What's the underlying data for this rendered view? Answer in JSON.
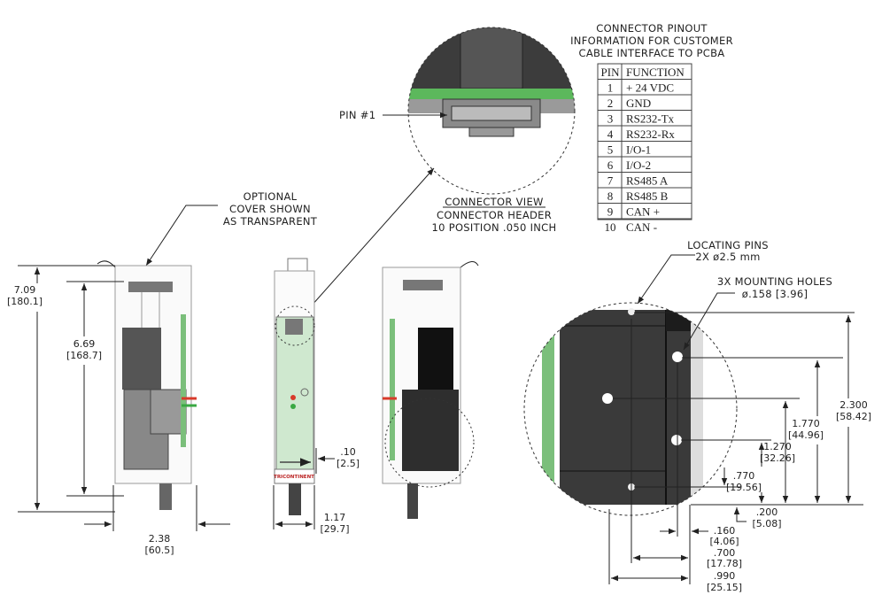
{
  "pinout": {
    "title_lines": [
      "CONNECTOR PINOUT",
      "INFORMATION FOR CUSTOMER",
      "CABLE INTERFACE TO PCBA"
    ],
    "headers": [
      "PIN",
      "FUNCTION"
    ],
    "rows": [
      {
        "pin": "1",
        "function": "+ 24 VDC"
      },
      {
        "pin": "2",
        "function": "GND"
      },
      {
        "pin": "3",
        "function": "RS232-Tx"
      },
      {
        "pin": "4",
        "function": "RS232-Rx"
      },
      {
        "pin": "5",
        "function": "I/O-1"
      },
      {
        "pin": "6",
        "function": "I/O-2"
      },
      {
        "pin": "7",
        "function": "RS485 A"
      },
      {
        "pin": "8",
        "function": "RS485 B"
      },
      {
        "pin": "9",
        "function": "CAN +"
      },
      {
        "pin": "10",
        "function": "CAN -"
      }
    ]
  },
  "connector_view": {
    "pin_label": "PIN #1",
    "title": "CONNECTOR VIEW",
    "line2": "CONNECTOR HEADER",
    "line3": "10 POSITION .050 INCH"
  },
  "cover_note": [
    "OPTIONAL",
    "COVER SHOWN",
    "AS TRANSPARENT"
  ],
  "logo_text": "TRICONTINENT",
  "dimensions": {
    "height_total": {
      "in": "7.09",
      "mm": "[180.1]"
    },
    "height_body": {
      "in": "6.69",
      "mm": "[168.7]"
    },
    "width_front": {
      "in": "2.38",
      "mm": "[60.5]"
    },
    "offset_pcb": {
      "in": ".10",
      "mm": "[2.5]"
    },
    "width_side": {
      "in": "1.17",
      "mm": "[29.7]"
    }
  },
  "mount_detail": {
    "locating_pins": [
      "LOCATING PINS",
      "2X ø2.5 mm"
    ],
    "mounting_holes": [
      "3X MOUNTING HOLES",
      "ø.158 [3.96]"
    ],
    "dims": {
      "d2300": {
        "in": "2.300",
        "mm": "[58.42]"
      },
      "d1770": {
        "in": "1.770",
        "mm": "[44.96]"
      },
      "d1270": {
        "in": "1.270",
        "mm": "[32.26]"
      },
      "d770": {
        "in": ".770",
        "mm": "[19.56]"
      },
      "d200": {
        "in": ".200",
        "mm": "[5.08]"
      },
      "d160": {
        "in": ".160",
        "mm": "[4.06]"
      },
      "d700": {
        "in": ".700",
        "mm": "[17.78]"
      },
      "d990": {
        "in": ".990",
        "mm": "[25.15]"
      }
    }
  },
  "colors": {
    "pcb_green": "#cfe8cf",
    "body_dark": "#3a3a3a",
    "led_red": "#d83a2a",
    "led_green": "#3aa843"
  }
}
